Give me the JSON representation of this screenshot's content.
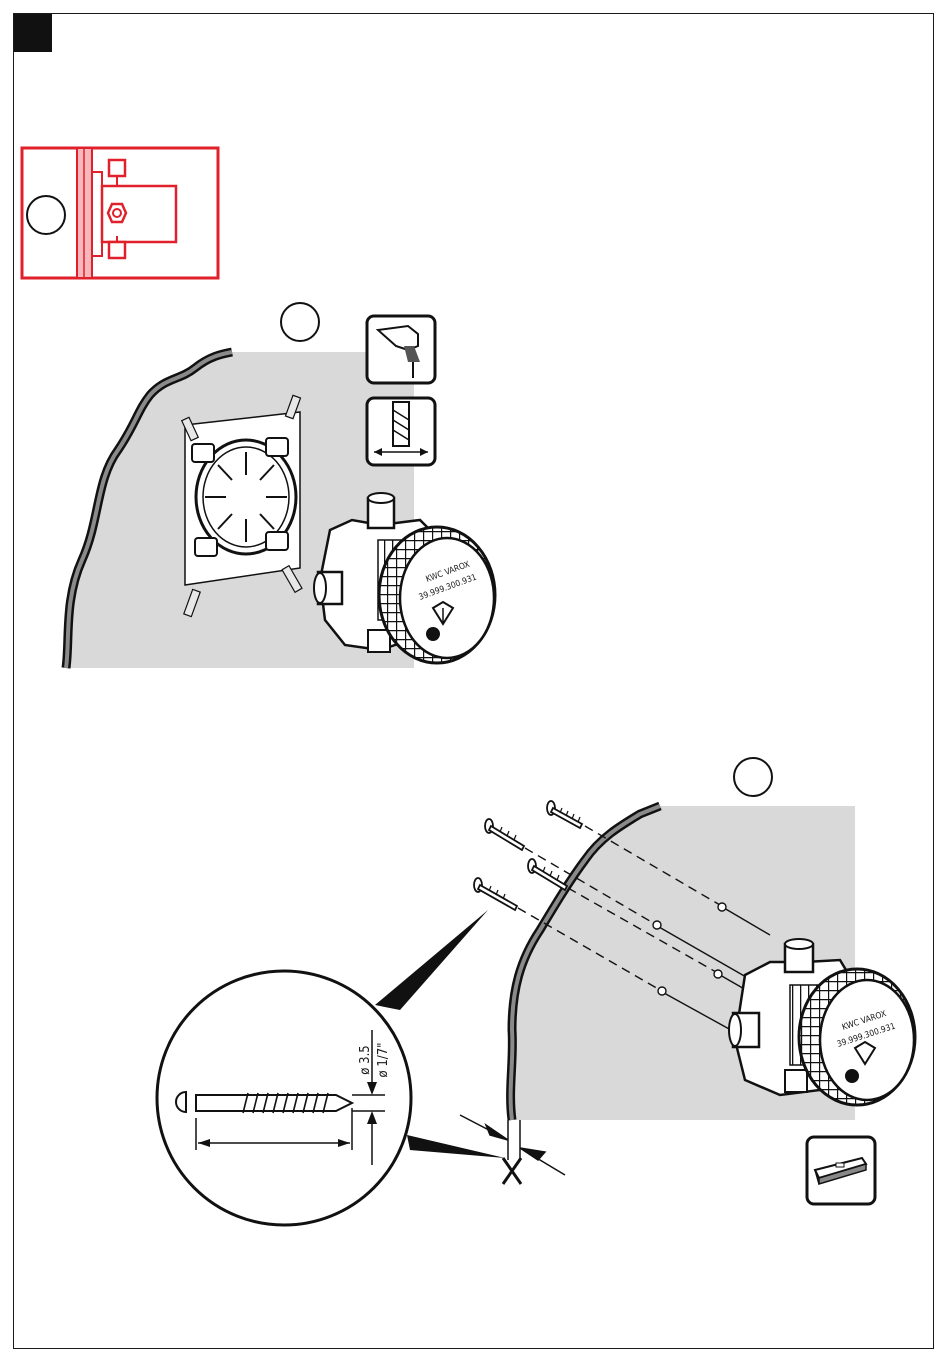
{
  "page": {
    "step_marker": ""
  },
  "callouts": {
    "a": "",
    "b": "",
    "c": ""
  },
  "valve_label": {
    "line1": "KWC VAROX",
    "line2": "39.999.300.931"
  },
  "screw_dimensions": {
    "metric": "ø 3.5",
    "imperial": "ø 1/7\""
  },
  "icons": [
    "drill-icon",
    "drill-bit-icon",
    "spirit-level-icon",
    "wall-section-icon"
  ],
  "colors": {
    "accent_red": "#e0202b",
    "wall_gray": "#d9d9d9",
    "ink": "#1a1a1a"
  }
}
